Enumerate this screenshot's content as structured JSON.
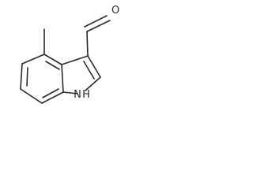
{
  "molecule": {
    "atom_labels": {
      "oxygen": "O",
      "nitrogen": "N",
      "hydrogen": "H"
    },
    "colors": {
      "bond": "#2a2a2a",
      "background": "#ffffff"
    }
  }
}
